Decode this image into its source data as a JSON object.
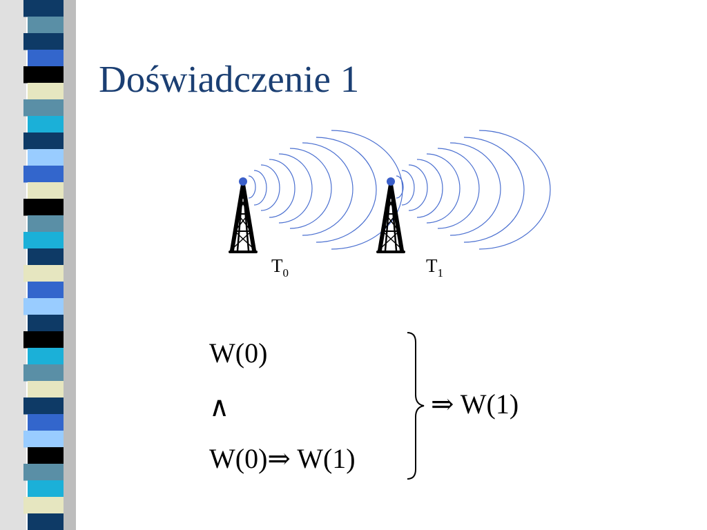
{
  "slide": {
    "title": "Doświadczenie 1"
  },
  "diagram": {
    "towers": [
      {
        "label": "T",
        "subscript": "0"
      },
      {
        "label": "T",
        "subscript": "1"
      }
    ],
    "wave_color": "#4a6fd0",
    "tower_tip_color": "#3b5fc9"
  },
  "formula": {
    "line1": "W(0)",
    "line2": "∧",
    "line3": "W(0)⇒ W(1)",
    "conclusion": "⇒ W(1)"
  },
  "theme": {
    "title_color": "#1b3f73",
    "strip_colors": [
      "#0e3a66",
      "#5a8fa6",
      "#3366cc",
      "#000000",
      "#e6e6c0",
      "#99ccff",
      "#1bb0d8"
    ]
  }
}
